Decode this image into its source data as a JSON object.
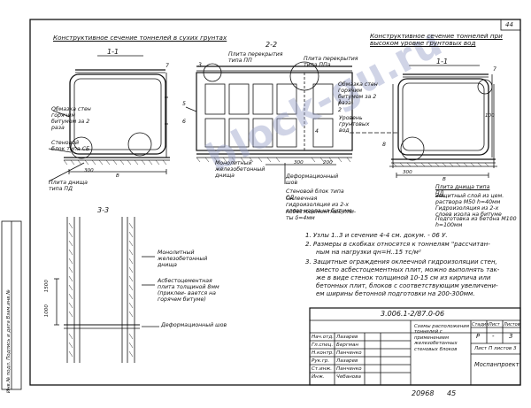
{
  "sheet": {
    "page_number": "44",
    "archive_number": "20968",
    "archive_sheet": "45"
  },
  "watermark": "block-gu.ru",
  "headings": {
    "dry_soil": "Конструктивное сечение тоннелей в сухих грунтах",
    "high_water": "Конструктивное сечение тоннелей при высоком уровне грунтовых вод"
  },
  "section_labels": {
    "s1_left": "1-1",
    "s2": "2-2",
    "s1_right": "1-1",
    "s3": "3-3"
  },
  "labels": {
    "plita_pp": "Плита перекрытия типа ПП",
    "plita_ppa": "Плита перекрытия типа ППа",
    "obmazka_left": "Обмазка стен горячим битумом за 2 раза",
    "obmazka_right": "Обмазка стен горячим битумом за 2 раза",
    "stenovoy_blok_sb": "Стеновой блок типа СБ",
    "plita_dnischa_pd_left": "Плита днища типа ПД",
    "plita_dnischa_pd_right": "Плита днища типа ПД",
    "monolit_zhb": "Монолитный железобетонный днища",
    "deform_shov_top": "Деформационный шов",
    "uroven_vod": "Уровень грунтовых вод",
    "stenovoy_blok_sd": "Стеновой блок типа СД",
    "oklee_gidro": "Оклеечная гидроизоляция из 2-х слоев изола на битуме",
    "asbestocement_plity": "Асбестоцементные пли- ты δ=4мм",
    "zaschitny_sloy": "Защитный слой из цем. раствора М50 h=40мм",
    "gidroizol_slois": "Гидроизоляция из 2-х слоев изола на битуме",
    "podgotovka": "Подготовка из бетона М100 h=100мм",
    "monolit_zhb_2": "Монолитный железобетонный днища",
    "asbestocement_2": "Асбестоцементная плита толщиной 8мм (приклеи- вается на горячем битуме)",
    "deform_shov_bottom": "Деформационный шов",
    "dim_b": "B",
    "dim_300a": "300",
    "dim_300b": "300",
    "dim_300c": "300",
    "dim_1500": "1500",
    "dim_1000": "1000",
    "dim_100": "100",
    "dim_200": "200",
    "callout_1": "1",
    "callout_2": "2",
    "callout_3": "3",
    "callout_4": "4",
    "callout_5": "5",
    "callout_6": "6",
    "callout_7": "7",
    "callout_8": "8"
  },
  "notes": [
    "1. Узлы 1..3 и сечение 4-4 см. докум. - 06 У.",
    "2. Размеры в скобках относятся к тоннелям \"рассчитан-",
    "ным на нагрузки qн=Н..15 тс/м²",
    "3. Защитные ограждения оклеечной гидроизоляции стен,",
    "вместо асбестоцементных плит, можно выполнять так-",
    "же в виде стенок толщиной 10-15 см из кирпича или",
    "бетонных плит, блоков с соответствующим увеличени-",
    "ем ширины бетонной подготовки на 200-300мм."
  ],
  "title_block": {
    "doc_code": "3.006.1-2/87.0-06",
    "title": "Схемы расположения тоннелей с применением железобетонных стеновых блоков",
    "stage_label": "Стадия",
    "stage": "Р",
    "sheet_label": "Лист",
    "sheet": "-",
    "sheets_label": "Листов",
    "sheets_count": "3",
    "sheet_line": "Лист П  листов 3",
    "organization": "Моспанпроект",
    "rows": [
      {
        "role": "Нач.отд.",
        "name": "Лазарев"
      },
      {
        "role": "Гл.спец.",
        "name": "Бергман"
      },
      {
        "role": "Н.контр.",
        "name": "Панченко"
      },
      {
        "role": "Рук.гр.",
        "name": "Лазарев"
      },
      {
        "role": "Ст.инж.",
        "name": "Панченко"
      },
      {
        "role": "Инж.",
        "name": "Чебанова"
      }
    ]
  },
  "side_stamp": "Инв.№ подл. Подпись и дата Взам.инв.№"
}
